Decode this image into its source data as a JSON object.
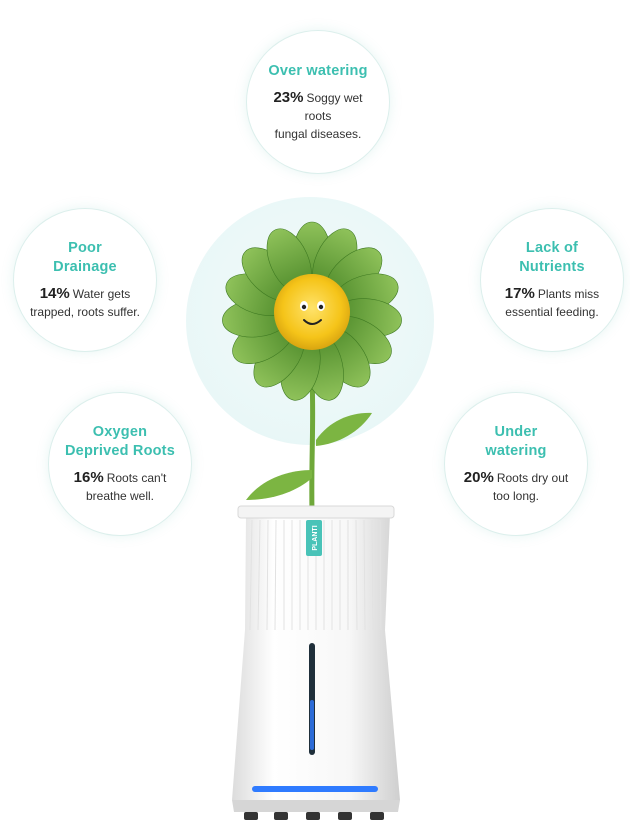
{
  "bubbles": {
    "over_watering": {
      "title": "Over watering",
      "percent": "23%",
      "line1": "Soggy wet roots",
      "line2": "fungal diseases."
    },
    "poor_drainage": {
      "title": "Poor\nDrainage",
      "percent": "14%",
      "line1": "Water gets",
      "line2": "trapped, roots suffer."
    },
    "lack_nutrients": {
      "title": "Lack of\nNutrients",
      "percent": "17%",
      "line1": "Plants miss",
      "line2": "essential feeding."
    },
    "oxygen_roots": {
      "title": "Oxygen\nDeprived Roots",
      "percent": "16%",
      "line1": "Roots can't",
      "line2": "breathe well."
    },
    "under_watering": {
      "title": "Under\nwatering",
      "percent": "20%",
      "line1": "Roots dry out",
      "line2": "too long."
    }
  },
  "pot": {
    "brand_label": "PLANTI"
  },
  "colors": {
    "accent": "#3cbfb0",
    "led": "#2f7bff",
    "leaf": "#6fa83a"
  }
}
